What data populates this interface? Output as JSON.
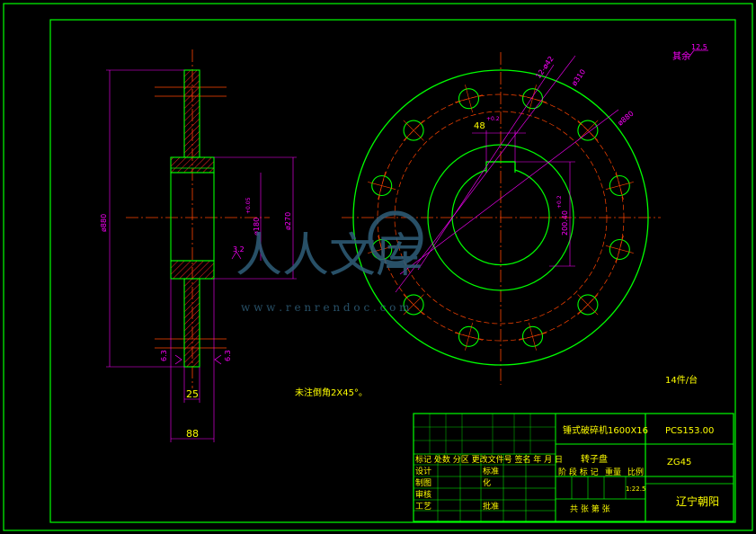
{
  "drawing": {
    "colors": {
      "frame": "#00ff00",
      "center": "#ff4400",
      "dimension": "#ff00ff",
      "text": "#ffff00",
      "hatch": "#ff0000",
      "background": "#000000"
    },
    "side_view_dims": {
      "outer_dia": "ø880",
      "hub_dia": "ø270",
      "bore_dia": "ø180",
      "bore_tol": "+0.05",
      "roughness": "3.2",
      "roughness_left": "6.3",
      "roughness_right": "6.3",
      "thickness_1": "25",
      "thickness_2": "88"
    },
    "front_view_dims": {
      "holes": "12-ø42",
      "hole_circle_dia": "ø310",
      "outer_dia": "ø880",
      "keyway_w": "48",
      "keyway_w_tol": "+0.2",
      "keyway_h": "200.40",
      "keyway_h_tol": "+0.2"
    },
    "surface_finish": {
      "label": "其余",
      "value": "12.5"
    },
    "note": "未注倒角2X45°。",
    "quantity_note": "14件/台",
    "title_block": {
      "product": "锤式破碎机1600X16",
      "part_name": "转子盘",
      "drawing_no": "PCS153.00",
      "material": "ZG45",
      "company": "辽宁朝阳",
      "header_row": "标记 处数 分区 更改文件号 签名 年 月 日",
      "label_design": "设计",
      "label_draw": "制图",
      "label_check": "审核",
      "label_process": "工艺",
      "label_standard": "标准",
      "label_standard2": "化",
      "label_approve": "批准",
      "stage_row": "阶 段 标 记",
      "weight": "重量",
      "scale_label": "比例",
      "scale_value": "1:22.5",
      "sheets": "共   张   第   张"
    },
    "watermark": {
      "brand": "人人文库",
      "url": "w w w . r e n r e n d o c . c o m"
    }
  }
}
